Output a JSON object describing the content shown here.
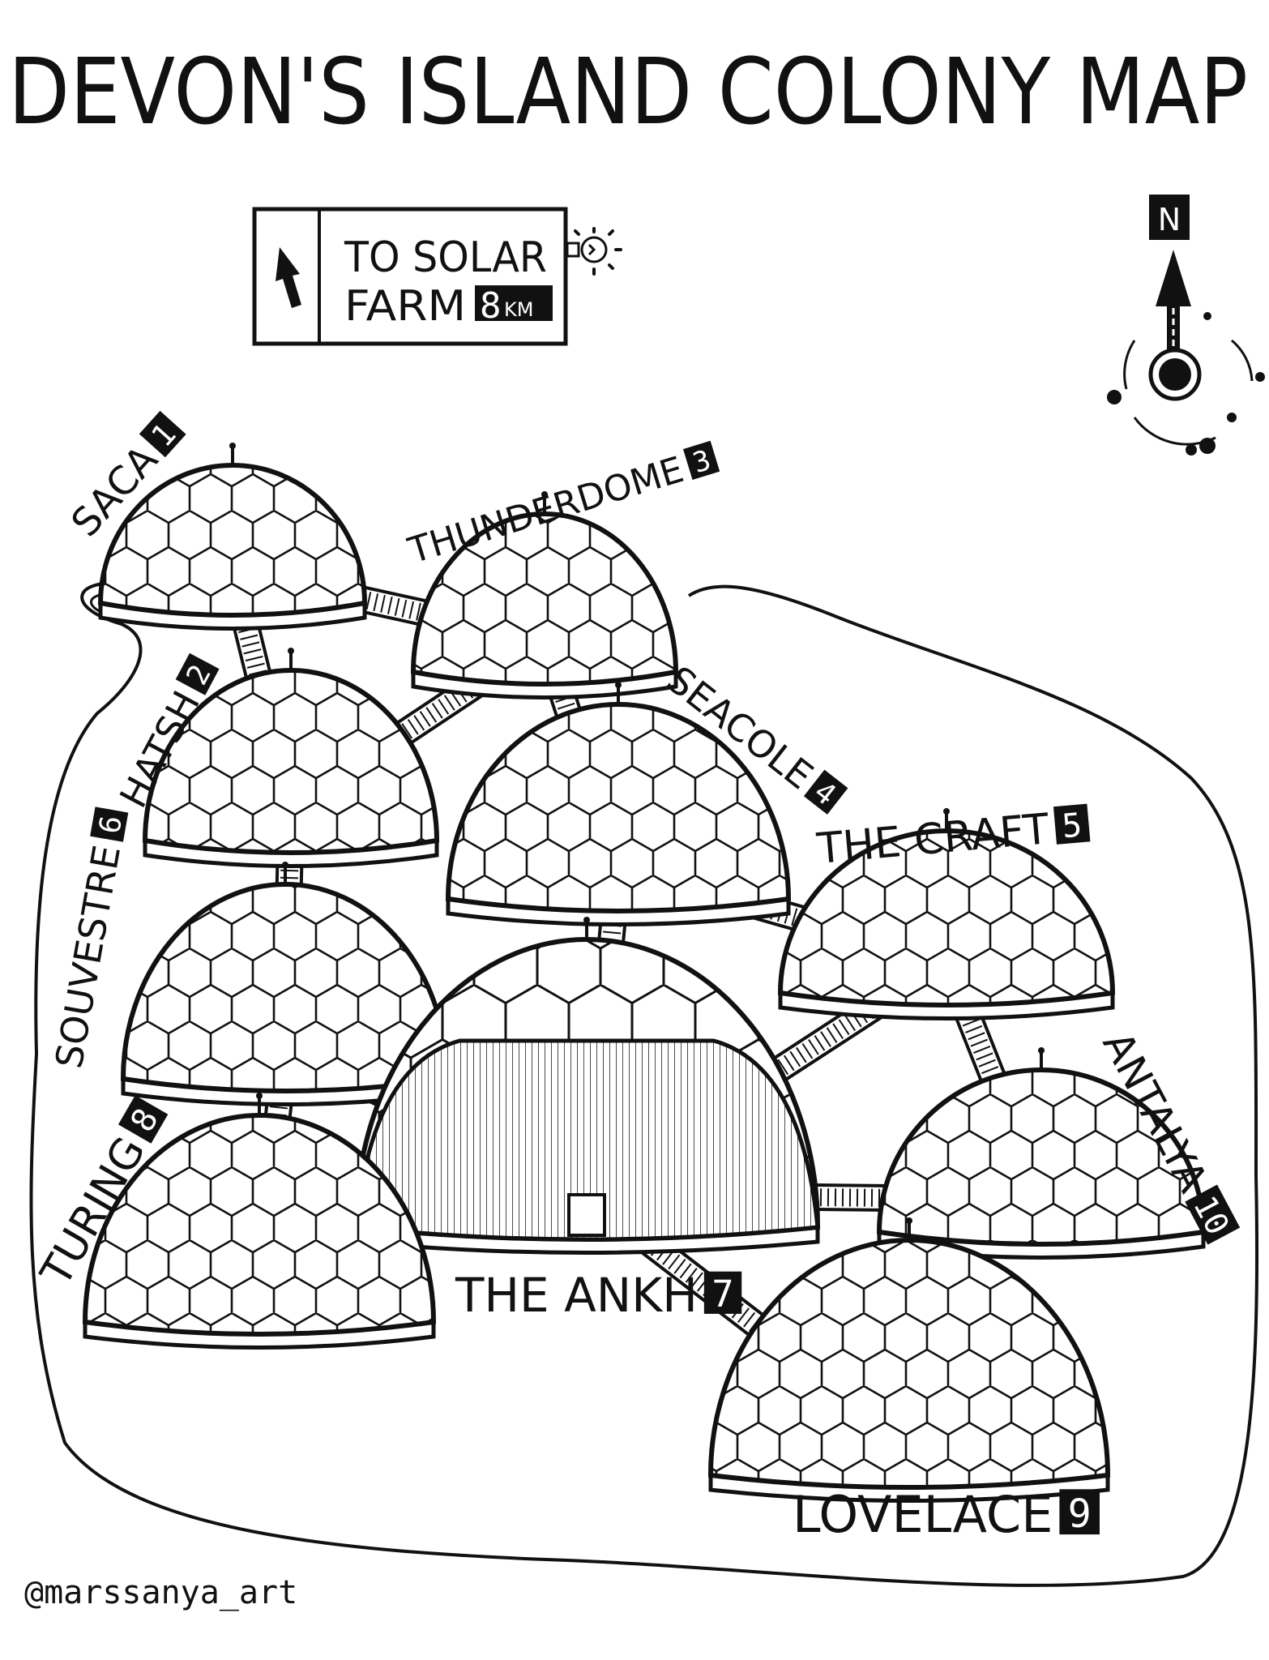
{
  "title": "DEVON'S ISLAND COLONY MAP",
  "sign": {
    "line1": "TO SOLAR",
    "line2": "FARM",
    "distance": "8",
    "unit": "KM",
    "arrow_icon": "arrow-up-icon",
    "bulb_icon": "light-bulb-icon"
  },
  "compass": {
    "label": "N"
  },
  "domes": [
    {
      "name": "SACA",
      "number": "1"
    },
    {
      "name": "HATSH",
      "number": "2"
    },
    {
      "name": "THUNDERDOME",
      "number": "3"
    },
    {
      "name": "SEACOLE",
      "number": "4"
    },
    {
      "name": "THE CRAFT",
      "number": "5"
    },
    {
      "name": "SOUVESTRE",
      "number": "6"
    },
    {
      "name": "THE ANKH",
      "number": "7"
    },
    {
      "name": "TURING",
      "number": "8"
    },
    {
      "name": "LOVELACE",
      "number": "9"
    },
    {
      "name": "ANTALYA",
      "number": "10"
    }
  ],
  "credit": "@marssanya_art",
  "colors": {
    "ink": "#111111",
    "paper": "#ffffff"
  }
}
